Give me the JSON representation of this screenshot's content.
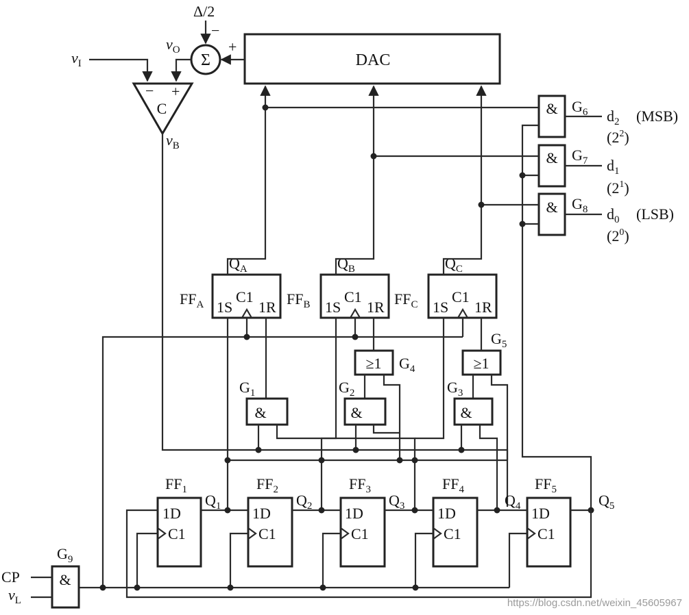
{
  "labels": {
    "delta": "Δ/2",
    "minus_top": "−",
    "vo": "v",
    "vo_sub": "O",
    "plus_sum": "+",
    "sigma": "Σ",
    "dac": "DAC",
    "vi": "v",
    "vi_sub": "I",
    "comp_minus": "−",
    "comp_plus": "+",
    "comp": "C",
    "vb": "v",
    "vb_sub": "B",
    "cp": "CP",
    "vl": "v",
    "vl_sub": "L"
  },
  "output_gates": [
    {
      "symbol": "&",
      "name": "G",
      "sub": "6",
      "out": "d",
      "out_sub": "2",
      "tag": "(MSB)",
      "weight": "(2",
      "weight_sup": "2",
      "weight_close": ")"
    },
    {
      "symbol": "&",
      "name": "G",
      "sub": "7",
      "out": "d",
      "out_sub": "1",
      "tag": "",
      "weight": "(2",
      "weight_sup": "1",
      "weight_close": ")"
    },
    {
      "symbol": "&",
      "name": "G",
      "sub": "8",
      "out": "d",
      "out_sub": "0",
      "tag": "(LSB)",
      "weight": "(2",
      "weight_sup": "0",
      "weight_close": ")"
    }
  ],
  "rs_flipflops": [
    {
      "q": "Q",
      "q_sub": "A",
      "ff": "FF",
      "ff_sub": "A",
      "s": "1S",
      "c": "C1",
      "r": "1R"
    },
    {
      "q": "Q",
      "q_sub": "B",
      "ff": "FF",
      "ff_sub": "B",
      "s": "1S",
      "c": "C1",
      "r": "1R"
    },
    {
      "q": "Q",
      "q_sub": "C",
      "ff": "FF",
      "ff_sub": "C",
      "s": "1S",
      "c": "C1",
      "r": "1R"
    }
  ],
  "or_gates": [
    {
      "symbol": "≥1",
      "name": "G",
      "sub": "4"
    },
    {
      "symbol": "≥1",
      "name": "G",
      "sub": "5"
    }
  ],
  "and_gates": [
    {
      "symbol": "&",
      "name": "G",
      "sub": "1"
    },
    {
      "symbol": "&",
      "name": "G",
      "sub": "2"
    },
    {
      "symbol": "&",
      "name": "G",
      "sub": "3"
    }
  ],
  "d_flipflops": [
    {
      "ff": "FF",
      "ff_sub": "1",
      "d": "1D",
      "c": "C1",
      "q": "Q",
      "q_sub": "1"
    },
    {
      "ff": "FF",
      "ff_sub": "2",
      "d": "1D",
      "c": "C1",
      "q": "Q",
      "q_sub": "2"
    },
    {
      "ff": "FF",
      "ff_sub": "3",
      "d": "1D",
      "c": "C1",
      "q": "Q",
      "q_sub": "3"
    },
    {
      "ff": "FF",
      "ff_sub": "4",
      "d": "1D",
      "c": "C1",
      "q": "Q",
      "q_sub": "4"
    },
    {
      "ff": "FF",
      "ff_sub": "5",
      "d": "1D",
      "c": "C1",
      "q": "Q",
      "q_sub": "5"
    }
  ],
  "input_gate": {
    "symbol": "&",
    "name": "G",
    "sub": "9"
  },
  "watermark": "https://blog.csdn.net/weixin_45605967"
}
